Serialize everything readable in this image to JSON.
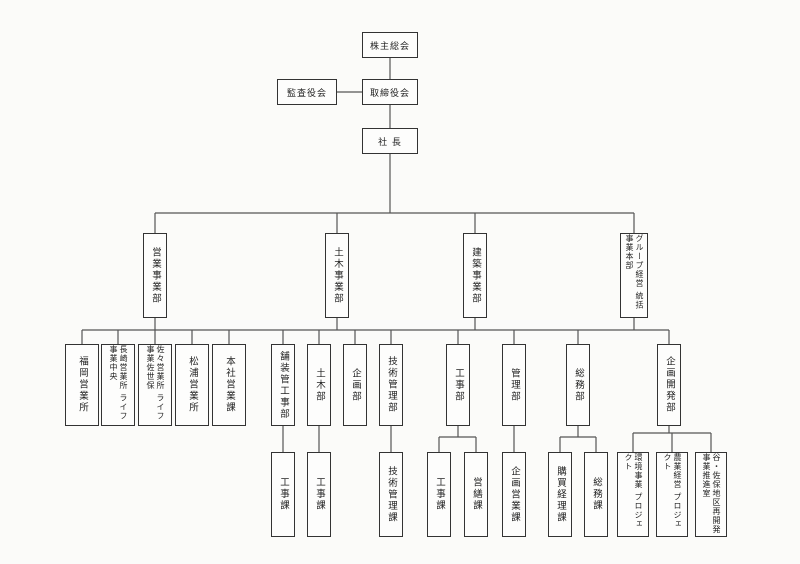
{
  "top": {
    "shareholders": "株主総会",
    "board": "取締役会",
    "auditors": "監査役会",
    "president": "社 長"
  },
  "divisions": [
    {
      "label": "営業事業部"
    },
    {
      "label": "土木事業部"
    },
    {
      "label": "建築事業部"
    },
    {
      "label": "グループ経営 統括事業本部"
    }
  ],
  "units": [
    {
      "label": "福岡営業所"
    },
    {
      "label": "長崎営業所 ライフ事業中央"
    },
    {
      "label": "佐々営業所 ライフ事業佐世保"
    },
    {
      "label": "松浦営業所"
    },
    {
      "label": "本社営業課"
    },
    {
      "label": "舗装管工事部"
    },
    {
      "label": "土木部"
    },
    {
      "label": "企画部"
    },
    {
      "label": "技術管理部"
    },
    {
      "label": "工事部"
    },
    {
      "label": "管理部"
    },
    {
      "label": "総務部"
    },
    {
      "label": "企画開発部"
    }
  ],
  "sections": [
    {
      "label": "工事課"
    },
    {
      "label": "工事課"
    },
    {
      "label": "技術管理課"
    },
    {
      "label": "工事課"
    },
    {
      "label": "営繕課"
    },
    {
      "label": "企画営業課"
    },
    {
      "label": "購買経理課"
    },
    {
      "label": "総務課"
    },
    {
      "label": "環境事業 プロジェクト"
    },
    {
      "label": "農業経営 プロジェクト"
    },
    {
      "label": "谷・佐保地区再開発事業推進室"
    }
  ]
}
